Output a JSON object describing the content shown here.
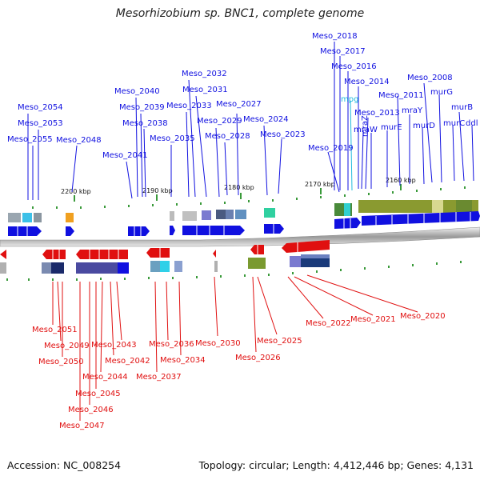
{
  "title": "Mesorhizobium sp. BNC1, complete genome",
  "footer": {
    "accession": "Accession: NC_008254",
    "summary": "Topology: circular; Length: 4,412,446 bp; Genes: 4,131"
  },
  "colors": {
    "forward": "#1010e0",
    "reverse": "#e01010",
    "rna": "#22bbdd"
  },
  "ticks": [
    "2200 kbp",
    "2190 kbp",
    "2180 kbp",
    "2170 kbp",
    "2160 kbp"
  ],
  "forward_genes": [
    "Meso_2018",
    "Meso_2017",
    "Meso_2016",
    "mpg",
    "Meso_2014",
    "Meso_2013",
    "mraW",
    "mraZ",
    "murE",
    "Meso_2011",
    "mraY",
    "murD",
    "Meso_2008",
    "murG",
    "murC",
    "murB",
    "ddl",
    "Meso_2019",
    "Meso_2054",
    "Meso_2053",
    "Meso_2055",
    "Meso_2048",
    "Meso_2041",
    "Meso_2040",
    "Meso_2039",
    "Meso_2038",
    "Meso_2035",
    "Meso_2032",
    "Meso_2031",
    "Meso_2033",
    "Meso_2029",
    "Meso_2028",
    "Meso_2027",
    "Meso_2024",
    "Meso_2023"
  ],
  "reverse_genes": [
    "Meso_2051",
    "Meso_2049",
    "Meso_2050",
    "Meso_2043",
    "Meso_2042",
    "Meso_2044",
    "Meso_2045",
    "Meso_2046",
    "Meso_2047",
    "Meso_2036",
    "Meso_2037",
    "Meso_2034",
    "Meso_2030",
    "Meso_2026",
    "Meso_2025",
    "Meso_2022",
    "Meso_2021",
    "Meso_2020"
  ]
}
